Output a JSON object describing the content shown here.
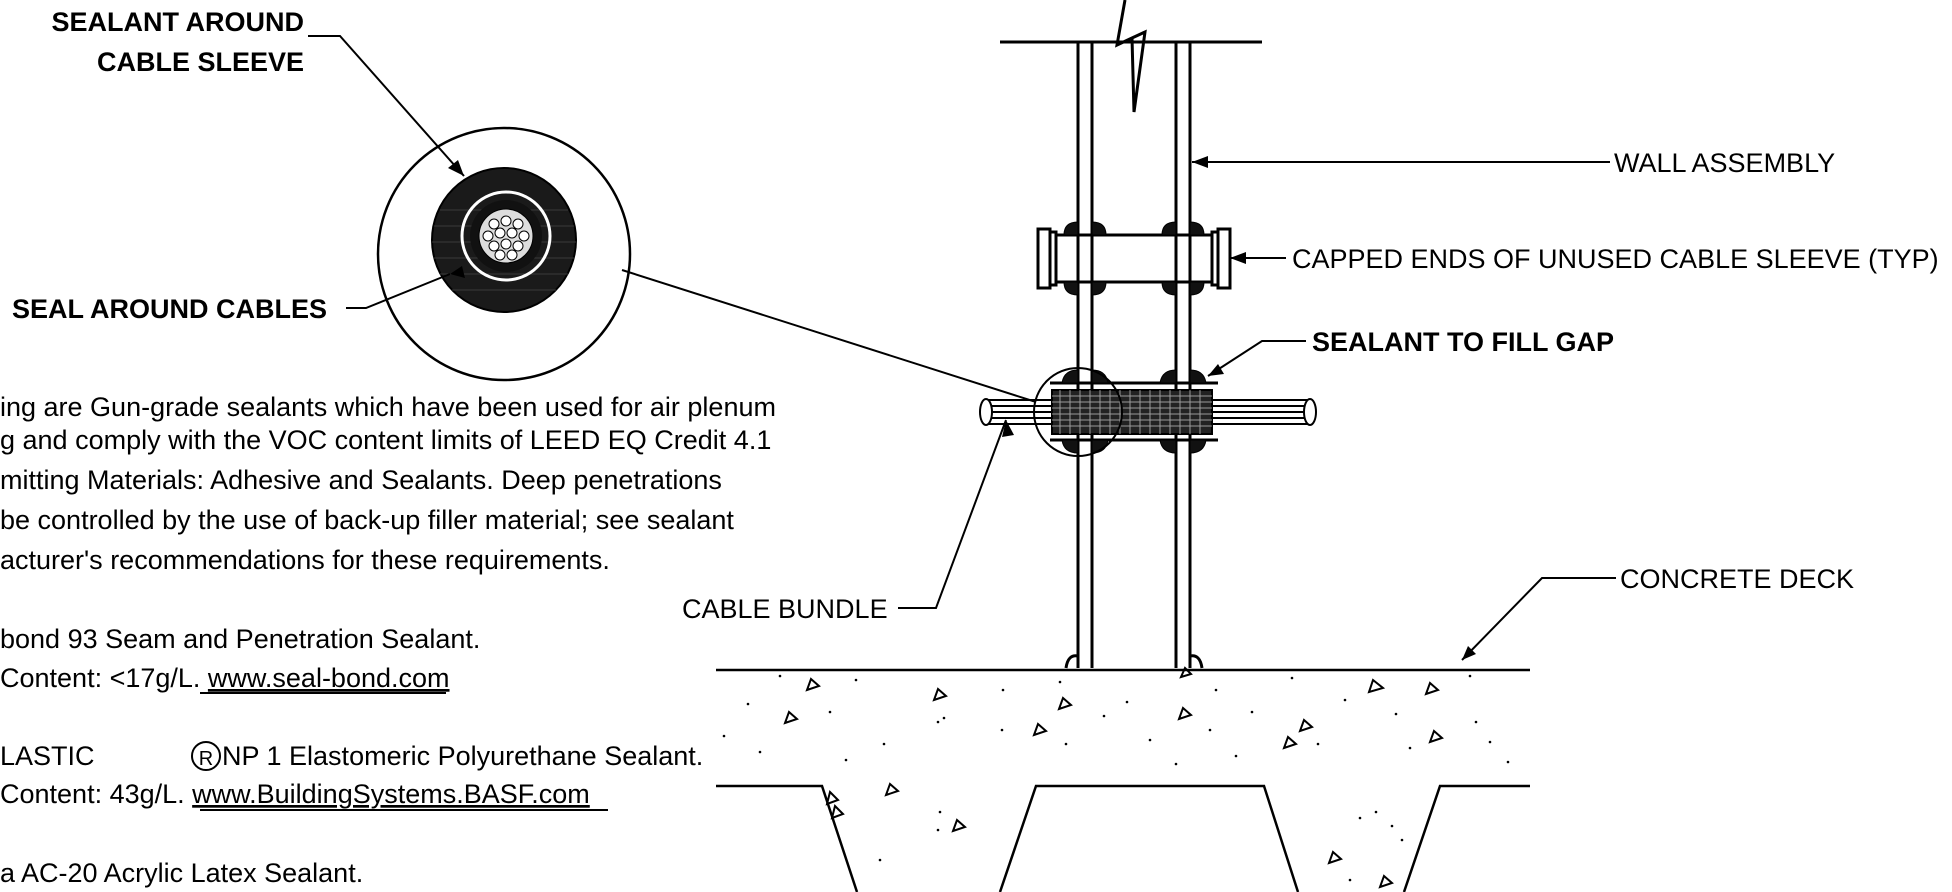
{
  "callouts": {
    "sealant_around_cable_sleeve_line1": "SEALANT AROUND",
    "sealant_around_cable_sleeve_line2": "CABLE SLEEVE",
    "seal_around_cables": "SEAL AROUND CABLES",
    "wall_assembly": "WALL ASSEMBLY",
    "capped_ends": "CAPPED ENDS OF UNUSED CABLE SLEEVE (TYP)",
    "sealant_to_fill_gap": "SEALANT TO FILL GAP",
    "cable_bundle": "CABLE BUNDLE",
    "concrete_deck": "CONCRETE DECK"
  },
  "notes": {
    "paragraph": [
      "ing are Gun-grade sealants which have been used for air plenum",
      "g and comply with the VOC content limits of LEED EQ Credit 4.1",
      "mitting Materials: Adhesive and Sealants. Deep penetrations",
      "be controlled by the use of back-up filler material; see sealant",
      "acturer's recommendations for these requirements."
    ],
    "products": [
      {
        "line1": "bond 93 Seam and Penetration Sealant.",
        "line2_prefix": "Content: <17g/L. ",
        "link": "www.seal-bond.com"
      },
      {
        "line1": "LASTIC",
        "symbol": "R",
        "line1_rest": " NP 1 Elastomeric Polyurethane Sealant.",
        "line2_prefix": "Content: 43g/L.   ",
        "link": "www.BuildingSystems.BASF.com"
      },
      {
        "line1": "a AC-20 Acrylic Latex Sealant."
      }
    ]
  },
  "colors": {
    "ink": "#000000",
    "background": "#ffffff"
  }
}
